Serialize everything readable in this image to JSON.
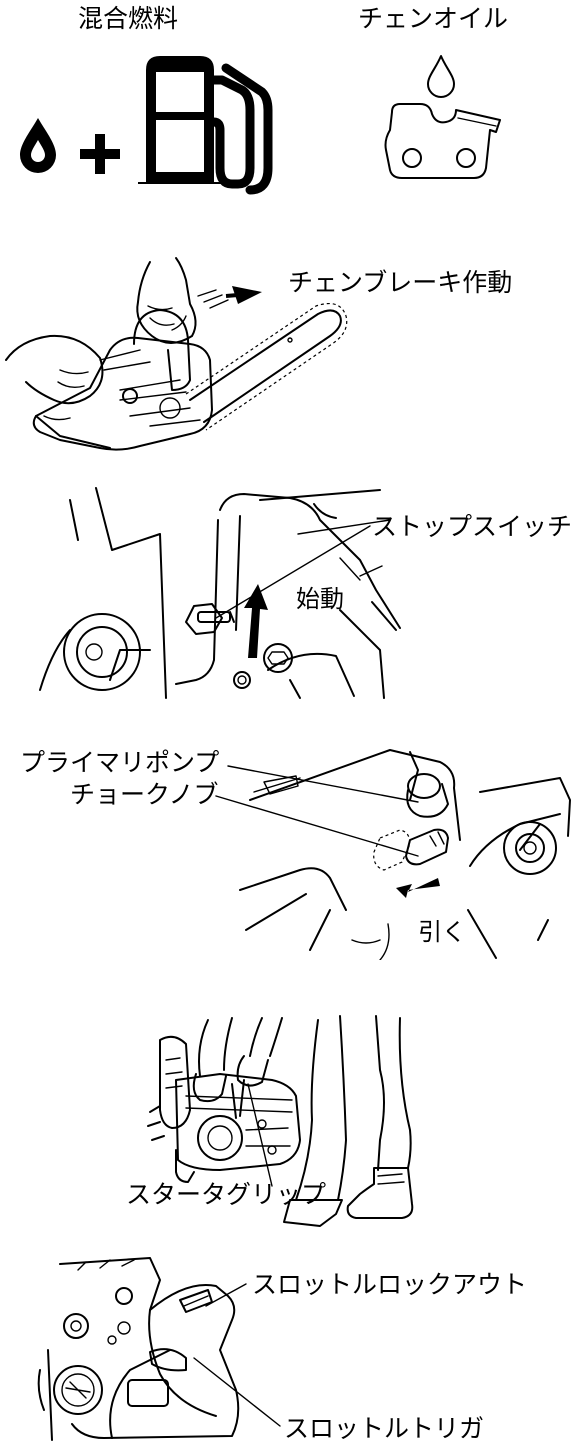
{
  "fuel_oil": {
    "mixed_fuel_label": "混合燃料",
    "chain_oil_label": "チェンオイル",
    "plus_sign": "+"
  },
  "chain_brake": {
    "label": "チェンブレーキ作動"
  },
  "stop_switch": {
    "switch_label": "ストップスイッチ",
    "start_label": "始動"
  },
  "choke": {
    "primer_label": "プライマリポンプ",
    "choke_label": "チョークノブ",
    "pull_label": "引く"
  },
  "starter": {
    "grip_label": "スタータグリップ"
  },
  "throttle": {
    "lockout_label": "スロットルロックアウト",
    "trigger_label": "スロットルトリガ"
  }
}
